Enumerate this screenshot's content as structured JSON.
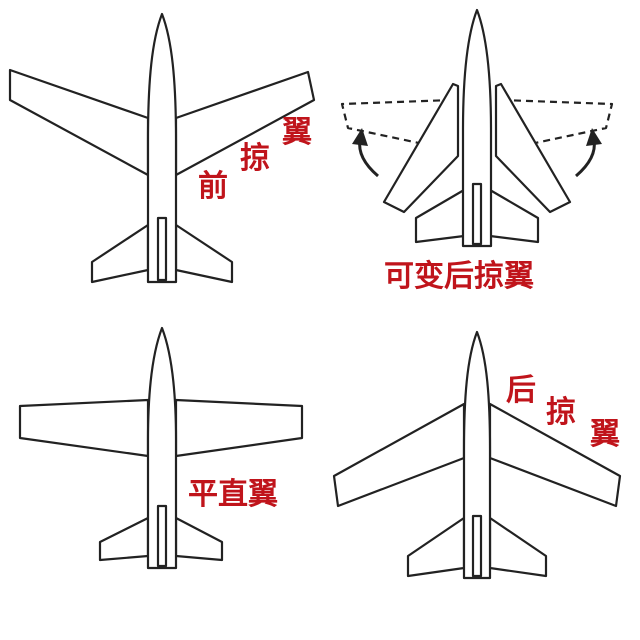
{
  "colors": {
    "label": "#c0141b",
    "outline": "#222222",
    "background": "#ffffff"
  },
  "panels": [
    {
      "label_chars": [
        "前",
        "掠",
        "翼"
      ]
    },
    {
      "label": "可变后掠翼"
    },
    {
      "label": "平直翼"
    },
    {
      "label_chars": [
        "后",
        "掠",
        "翼"
      ]
    }
  ]
}
